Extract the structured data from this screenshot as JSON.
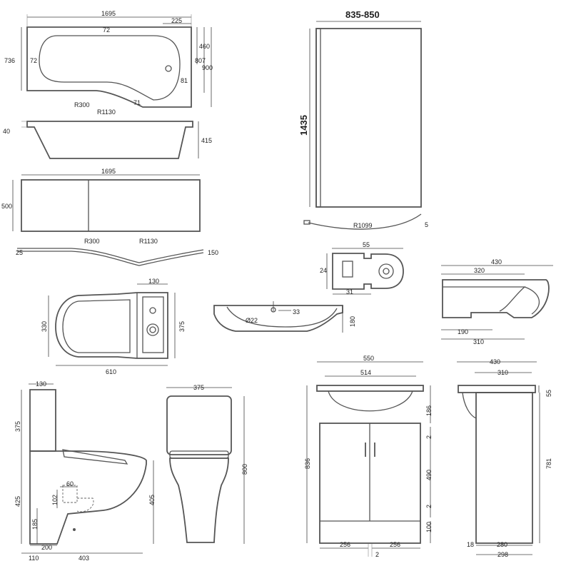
{
  "bath_plan": {
    "length": "1695",
    "end_width": "225",
    "depth_small": "736",
    "w460": "460",
    "w807": "807",
    "w900": "900",
    "r_small": "R300",
    "r_large": "R1130",
    "lip_top": "72",
    "lip_left": "72",
    "lip_bottom": "71",
    "lip_right": "81"
  },
  "bath_side": {
    "rim": "40",
    "height": "415"
  },
  "bath_panel": {
    "length": "1695",
    "height": "500"
  },
  "panel_plan": {
    "r_small": "R300",
    "r_large": "R1130",
    "left": "25",
    "right": "150"
  },
  "screen": {
    "width": "835-850",
    "height": "1435",
    "radius": "R1099",
    "gap": "5"
  },
  "profile": {
    "width": "55",
    "height": "24",
    "bottom": "31"
  },
  "wc_plan": {
    "tank_depth": "130",
    "width_left": "330",
    "width_right": "375",
    "length": "610"
  },
  "basin": {
    "tap_dia": "Ø22",
    "tap_offset": "33",
    "height": "180"
  },
  "basin_side": {
    "depth": "430",
    "inner": "320",
    "bowl": "190",
    "base": "310"
  },
  "wc_side": {
    "tank": "130",
    "tank_h": "375",
    "pan_h": "425",
    "waste_h": "185",
    "waste_d": "102",
    "waste_w": "60",
    "waste_to_wall": "200",
    "floor_offset": "110",
    "base_len": "403",
    "seat_h": "405"
  },
  "wc_front": {
    "width": "375",
    "height": "800"
  },
  "vanity_front": {
    "width": "550",
    "inner": "514",
    "total_h": "836",
    "basin_h": "186",
    "gap1": "2",
    "door_h": "490",
    "gap2": "2",
    "plinth": "100",
    "door_w_left": "256",
    "door_w_right": "256",
    "mid_gap": "2"
  },
  "vanity_side": {
    "depth": "430",
    "cabinet": "310",
    "basin_overhang": "55",
    "body_h": "781",
    "wall_gap": "18",
    "inner_depth": "280",
    "total_depth": "298"
  }
}
